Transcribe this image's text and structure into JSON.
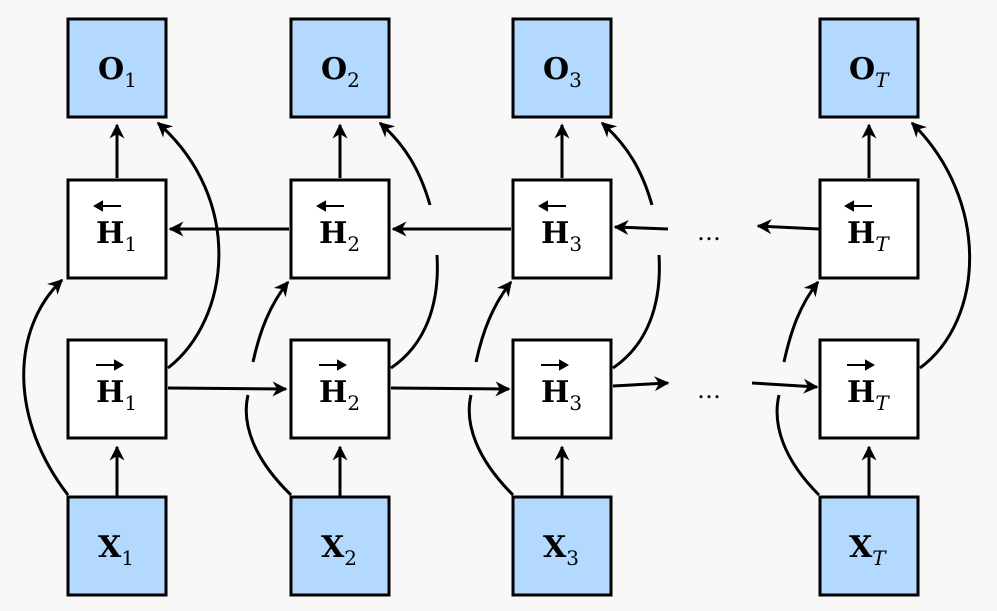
{
  "nodes": {
    "outputs": [
      {
        "base": "O",
        "sub": "1"
      },
      {
        "base": "O",
        "sub": "2"
      },
      {
        "base": "O",
        "sub": "3"
      },
      {
        "base": "O",
        "sub": "T"
      }
    ],
    "backward_hidden": [
      {
        "base": "H",
        "sub": "1"
      },
      {
        "base": "H",
        "sub": "2"
      },
      {
        "base": "H",
        "sub": "3"
      },
      {
        "base": "H",
        "sub": "T"
      }
    ],
    "forward_hidden": [
      {
        "base": "H",
        "sub": "1"
      },
      {
        "base": "H",
        "sub": "2"
      },
      {
        "base": "H",
        "sub": "3"
      },
      {
        "base": "H",
        "sub": "T"
      }
    ],
    "inputs": [
      {
        "base": "X",
        "sub": "1"
      },
      {
        "base": "X",
        "sub": "2"
      },
      {
        "base": "X",
        "sub": "3"
      },
      {
        "base": "X",
        "sub": "T"
      }
    ]
  },
  "ellipsis": {
    "backward": "…",
    "forward": "…"
  },
  "colors": {
    "input_output_fill": "#b3d9ff",
    "hidden_fill": "#ffffff",
    "stroke": "#000000",
    "background": "#f8f8f8"
  }
}
